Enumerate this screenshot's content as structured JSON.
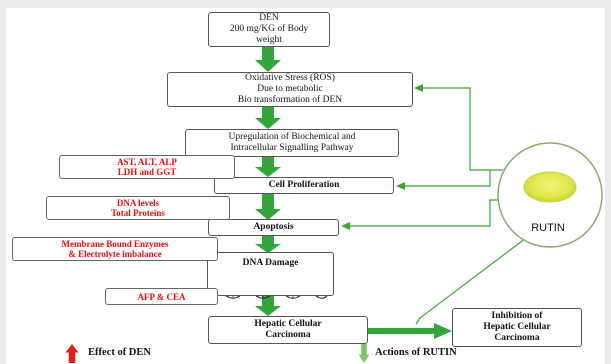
{
  "nodes": {
    "den": "DEN\n200 mg/KG of Body\nweight",
    "oxidative": "Oxidative Stress (ROS)\nDue to metabolic\nBio transformation of DEN",
    "upregulation": "Upregulation of Biochemical and\nIntracellular Signalling Pathway",
    "proliferation": "Cell Proliferation",
    "apoptosis": "Apoptosis",
    "dna_damage": "DNA Damage",
    "hcc": "Hepatic Cellular\nCarcinoma",
    "inhibition": "Inhibition of\nHepatic Cellular\nCarcinoma"
  },
  "side_markers": {
    "enzymes": "AST, ALT, ALP\nLDH and GGT",
    "dna_levels": "DNA levels\nTotal Proteins",
    "membrane": "Membrane Bound Enzymes\n& Electrolyte imbalance",
    "afp": "AFP & CEA"
  },
  "rutin": {
    "label": "RUTIN"
  },
  "legend": {
    "den_effect": "Effect of DEN",
    "rutin_action": "Actions of RUTIN"
  },
  "colors": {
    "red_arrow": "#e31e1e",
    "green_arrow": "#3aa535",
    "light_green_arrow": "#7cc46a",
    "main_flow": "#34a53a",
    "marker_text": "#e01010",
    "rutin_powder": "#e6ec5a"
  }
}
